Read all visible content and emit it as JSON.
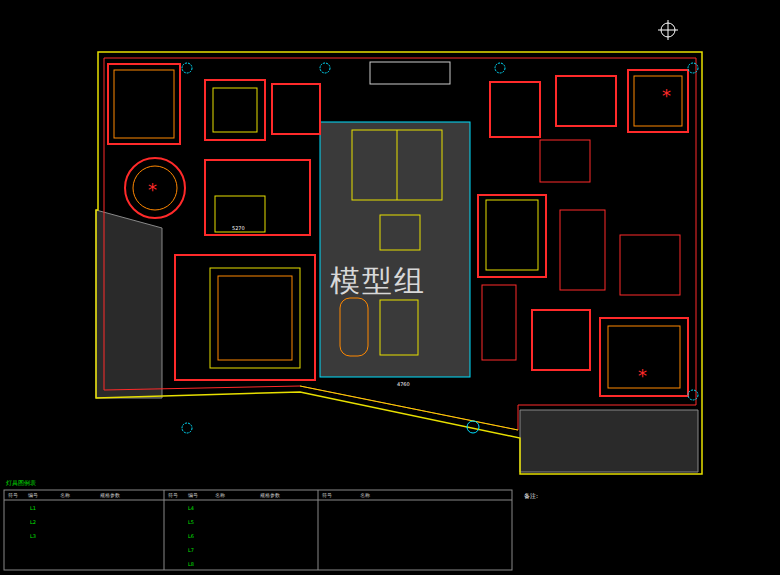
{
  "diagram": {
    "labels": [
      "模型组",
      "灯具图例表",
      "符号",
      "编号",
      "名称",
      "规格参数",
      "符号",
      "编号",
      "名称",
      "规格参数",
      "符号",
      "名称",
      "L1",
      "L2",
      "L3",
      "L4",
      "L5",
      "L6",
      "L7",
      "L8",
      "5270",
      "4760",
      "备注:"
    ]
  }
}
